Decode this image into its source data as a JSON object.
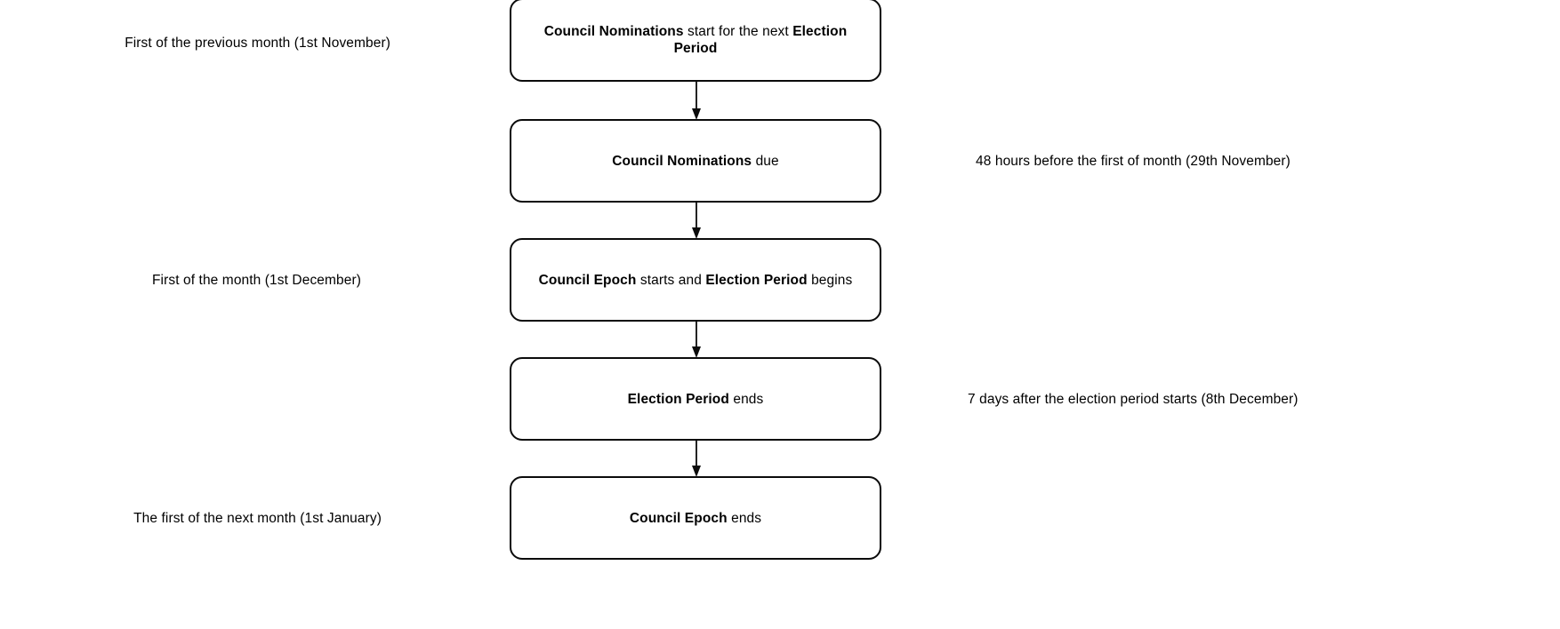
{
  "diagram": {
    "type": "flowchart",
    "direction": "top-down",
    "background_color": "#ffffff",
    "node_border_color": "#0b0b0b",
    "node_fill_color": "#ffffff",
    "text_color": "#000000",
    "nodes": [
      {
        "id": "council-nominations-start",
        "text": "Council Nominations start for the next Election Period",
        "bold_terms": [
          "Council Nominations",
          "Election Period"
        ],
        "segments": [
          {
            "text": "Council Nominations",
            "bold": true
          },
          {
            "text": " start for the next ",
            "bold": false
          },
          {
            "text": "Election Period",
            "bold": true
          }
        ]
      },
      {
        "id": "council-nominations-due",
        "text": "Council Nominations due",
        "bold_terms": [
          "Council Nominations"
        ],
        "segments": [
          {
            "text": "Council Nominations",
            "bold": true
          },
          {
            "text": " due",
            "bold": false
          }
        ]
      },
      {
        "id": "council-epoch-starts",
        "text": "Council Epoch starts and Election Period begins",
        "bold_terms": [
          "Council Epoch",
          "Election Period"
        ],
        "segments": [
          {
            "text": "Council Epoch",
            "bold": true
          },
          {
            "text": " starts and ",
            "bold": false
          },
          {
            "text": "Election Period",
            "bold": true
          },
          {
            "text": " begins",
            "bold": false
          }
        ]
      },
      {
        "id": "election-period-ends",
        "text": "Election Period ends",
        "bold_terms": [
          "Election Period"
        ],
        "segments": [
          {
            "text": "Election Period",
            "bold": true
          },
          {
            "text": " ends",
            "bold": false
          }
        ]
      },
      {
        "id": "council-epoch-ends",
        "text": "Council Epoch ends",
        "bold_terms": [
          "Council Epoch"
        ],
        "segments": [
          {
            "text": "Council Epoch",
            "bold": true
          },
          {
            "text": " ends",
            "bold": false
          }
        ]
      }
    ],
    "annotations": [
      {
        "id": "note-nominations-start",
        "side": "left",
        "text": "First of the previous month (1st November)"
      },
      {
        "id": "note-nominations-due",
        "side": "right",
        "text": "48 hours before the first of month (29th November)"
      },
      {
        "id": "note-epoch-starts",
        "side": "left",
        "text": "First of the month (1st December)"
      },
      {
        "id": "note-election-ends",
        "side": "right",
        "text": "7 days after the election period starts (8th December)"
      },
      {
        "id": "note-epoch-ends",
        "side": "left",
        "text": "The first of the next month (1st January)"
      }
    ],
    "edges": [
      {
        "from": "council-nominations-start",
        "to": "council-nominations-due",
        "arrow": "filled-triangle"
      },
      {
        "from": "council-nominations-due",
        "to": "council-epoch-starts",
        "arrow": "filled-triangle"
      },
      {
        "from": "council-epoch-starts",
        "to": "election-period-ends",
        "arrow": "filled-triangle"
      },
      {
        "from": "election-period-ends",
        "to": "council-epoch-ends",
        "arrow": "filled-triangle"
      }
    ]
  }
}
